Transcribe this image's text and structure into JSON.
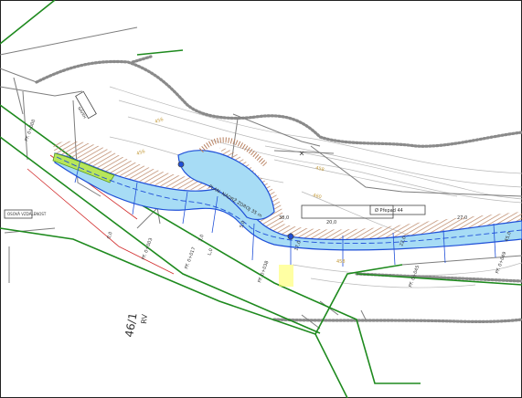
{
  "colors": {
    "water_fill": "#a7dcf5",
    "water_edge": "#1f4fd8",
    "embankment_hatch": "#b98363",
    "boundary_green": "#1e8a1e",
    "grey_line": "#7d7d7d",
    "dotted_grey": "#8a8a8a",
    "contour": "#b8b8b8",
    "elevation_text": "#c49a3a",
    "red_line": "#d22b2b",
    "highlight": "#b8e65a"
  },
  "labels": {
    "parcel_number": "46/1",
    "rv_label": "RV",
    "reservoir_label": "PLAN. NÁDRŽ ZDROJ 35 m",
    "spillway_label": "Ø Přepad 44",
    "station_0": "0,0",
    "station_1": "3,0",
    "station_2": "5,0",
    "station_3": "17,0",
    "station_4": "20,0",
    "station_5": "22,0",
    "station_6": "27,0",
    "station_7": "38,0",
    "station_8": "45,0",
    "station_9": "L,0",
    "profile_1": "PF. 0+000",
    "profile_2": "PF. 0+003",
    "profile_3": "PF. 0+017",
    "profile_4": "PF. 0+038",
    "profile_5": "PF. 0+045",
    "profile_6": "PF. 0+049",
    "note_1": "OSOVÁ VZDÁLENOST",
    "note_2": "NÁVRH",
    "elev_1": "456",
    "elev_2": "458",
    "elev_3": "460"
  }
}
